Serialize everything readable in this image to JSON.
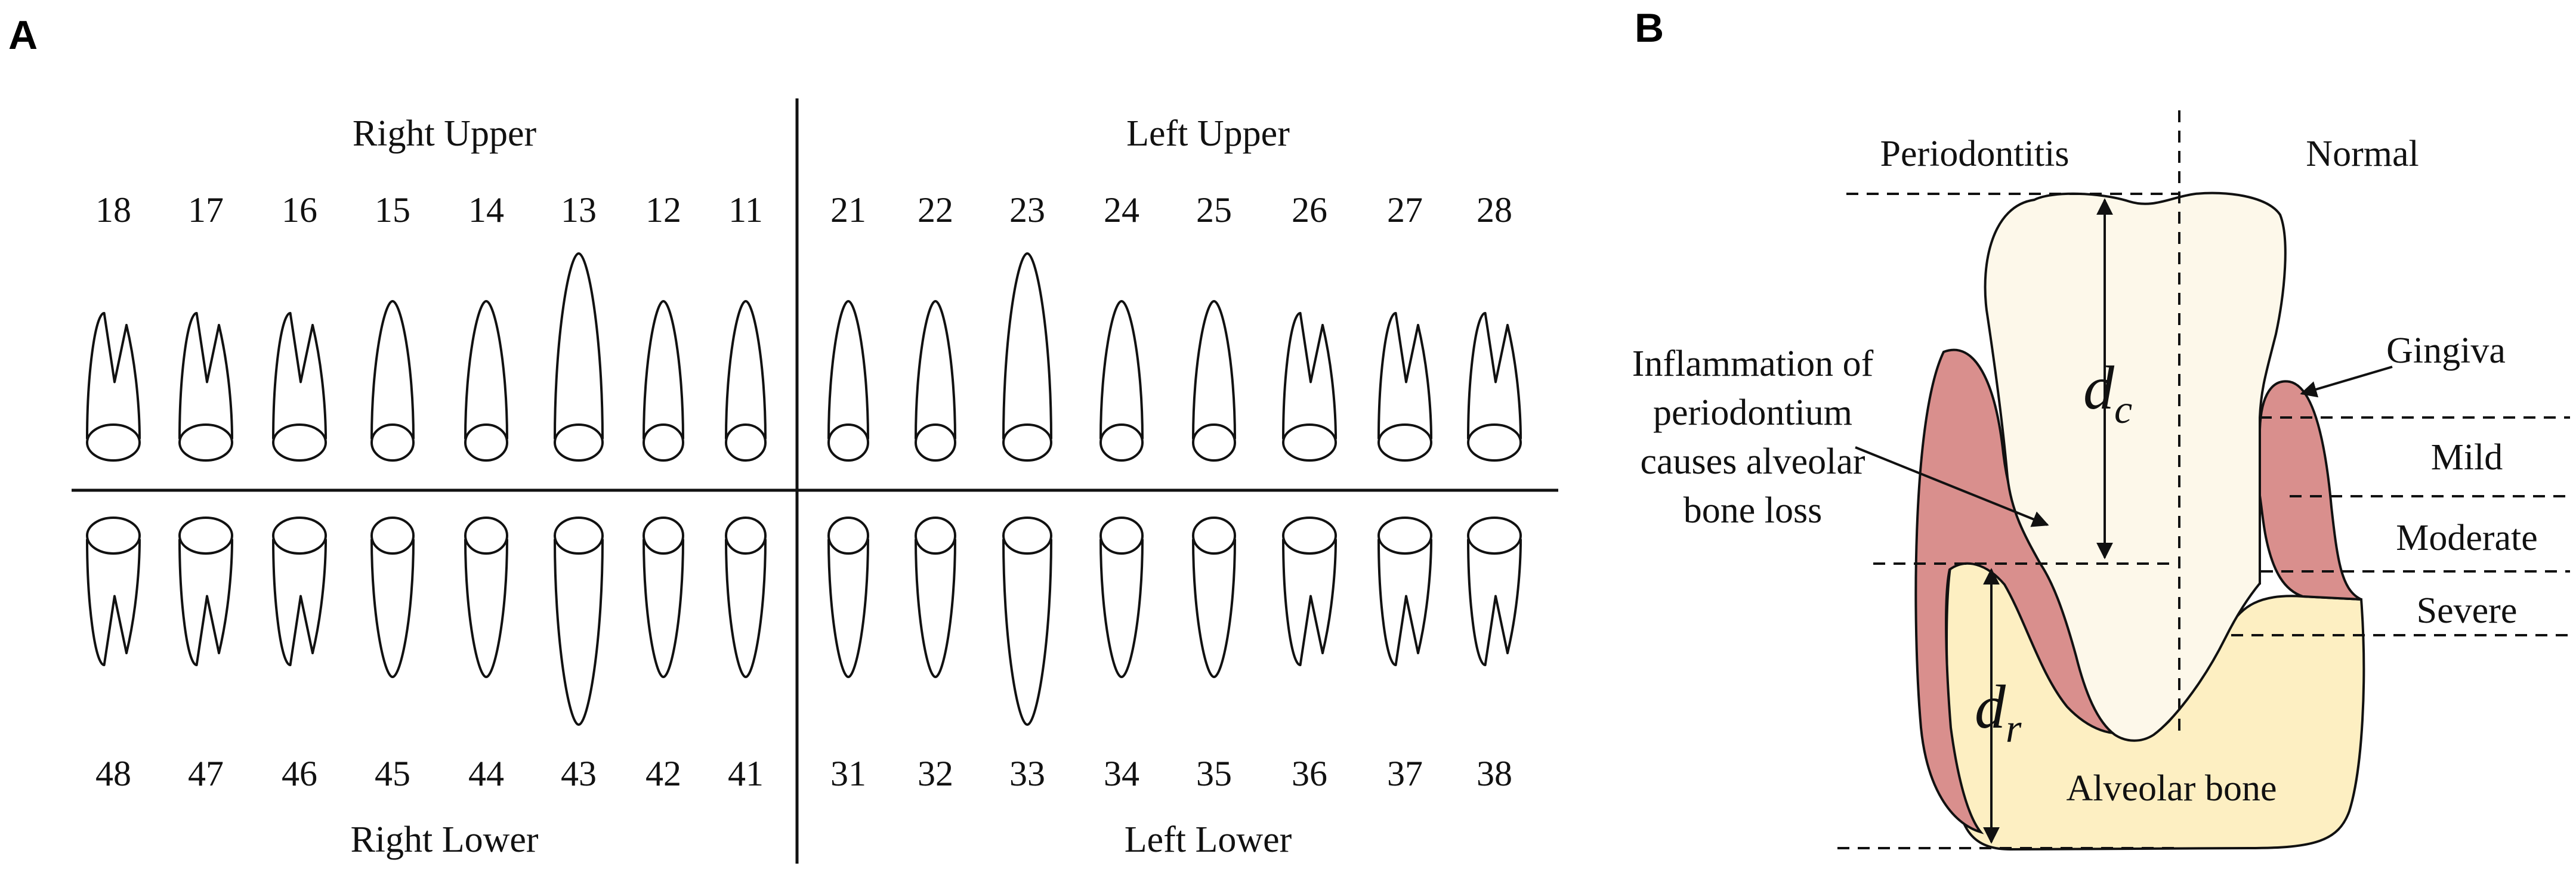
{
  "panel_a": {
    "letter": "A",
    "quadrants": {
      "right_upper": "Right Upper",
      "left_upper": "Left Upper",
      "right_lower": "Right Lower",
      "left_lower": "Left Lower"
    },
    "upper_numbers": [
      "18",
      "17",
      "16",
      "15",
      "14",
      "13",
      "12",
      "11",
      "21",
      "22",
      "23",
      "24",
      "25",
      "26",
      "27",
      "28"
    ],
    "lower_numbers": [
      "48",
      "47",
      "46",
      "45",
      "44",
      "43",
      "42",
      "41",
      "31",
      "32",
      "33",
      "34",
      "35",
      "36",
      "37",
      "38"
    ]
  },
  "panel_b": {
    "letter": "B",
    "periodontitis": "Periodontitis",
    "normal": "Normal",
    "gingiva": "Gingiva",
    "mild": "Mild",
    "moderate": "Moderate",
    "severe": "Severe",
    "inflammation_lines": [
      "Inflammation of",
      "periodontium",
      "causes alveolar",
      "bone loss"
    ],
    "alveolar_bone": "Alveolar bone",
    "dc": "d",
    "dc_sub": "c",
    "dr": "d",
    "dr_sub": "r",
    "colors": {
      "tooth_fill": "#FDF8EA",
      "gingiva_fill": "#D98F8D",
      "bone_fill": "#FDEFC2"
    }
  }
}
